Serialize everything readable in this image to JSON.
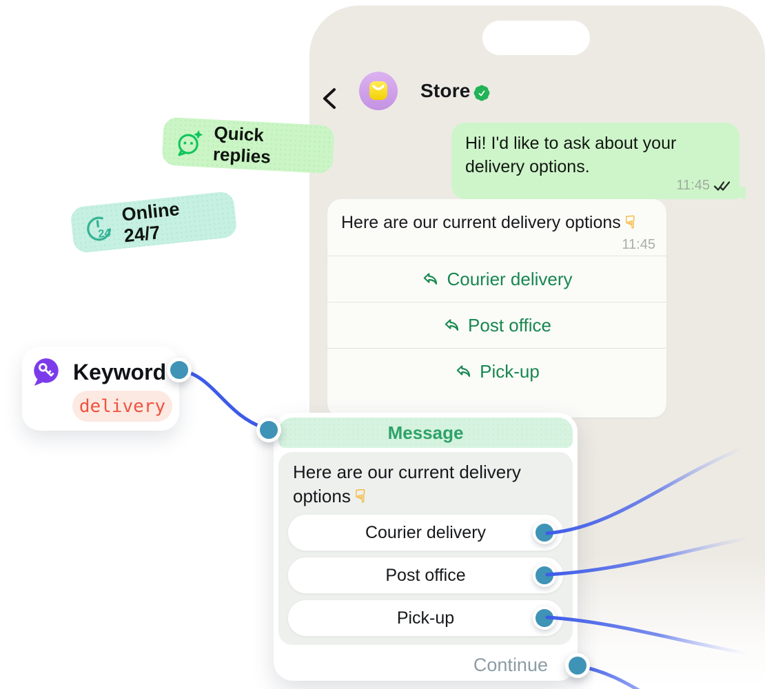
{
  "phone": {
    "header": {
      "title": "Store",
      "verified": true
    },
    "outgoing": {
      "text": "Hi! I'd like to ask about your delivery options.",
      "time": "11:45",
      "status": "read"
    },
    "incoming": {
      "text": "Here are our current delivery options",
      "emoji": "👇",
      "time": "11:45",
      "options": [
        "Courier delivery",
        "Post office",
        "Pick-up"
      ]
    }
  },
  "badges": {
    "quick_replies": {
      "label": "Quick replies",
      "icon": "chat-sparkle-icon"
    },
    "online": {
      "label": "Online 24/7",
      "icon": "clock-24-icon"
    }
  },
  "keyword_card": {
    "title": "Keyword",
    "keyword": "delivery",
    "icon": "key-bubble-icon"
  },
  "flow_node": {
    "title": "Message",
    "body_text": "Here are our current delivery options",
    "body_emoji": "👇",
    "buttons": [
      "Courier delivery",
      "Post office",
      "Pick-up"
    ],
    "continue_label": "Continue"
  },
  "icons": [
    "back-chevron-icon",
    "store-avatar-bag-icon",
    "verified-badge-icon",
    "read-receipt-icon",
    "reply-arrow-icon",
    "chat-sparkle-icon",
    "clock-24-icon",
    "key-bubble-icon",
    "point-down-emoji",
    "connector-dot"
  ],
  "colors": {
    "phone_bg": "#EDEAE4",
    "outgoing_bubble": "#CEF5CA",
    "incoming_bubble": "#FBFBF8",
    "option_link": "#17874F",
    "timestamp": "#A5AC9F",
    "quick_replies_bg": "#CBF5C5",
    "quick_replies_icon": "#10C55C",
    "online_bg": "#C6F0E2",
    "online_icon": "#35B394",
    "keyword_icon_bg": "#7C3BEB",
    "keyword_tag_text": "#EF5340",
    "keyword_tag_bg": "#FCE9E2",
    "node_header_bg": "#D6F3E0",
    "node_header_text": "#2EA268",
    "node_body_bg": "#EDF0ED",
    "connector_dot": "#3F93B6",
    "connector_line": "#3D5BE8",
    "verified_badge": "#22B356",
    "avatar_bg": "#CD9FE8",
    "avatar_bag": "#F7DC11",
    "continue_text": "#8C9CA4"
  }
}
